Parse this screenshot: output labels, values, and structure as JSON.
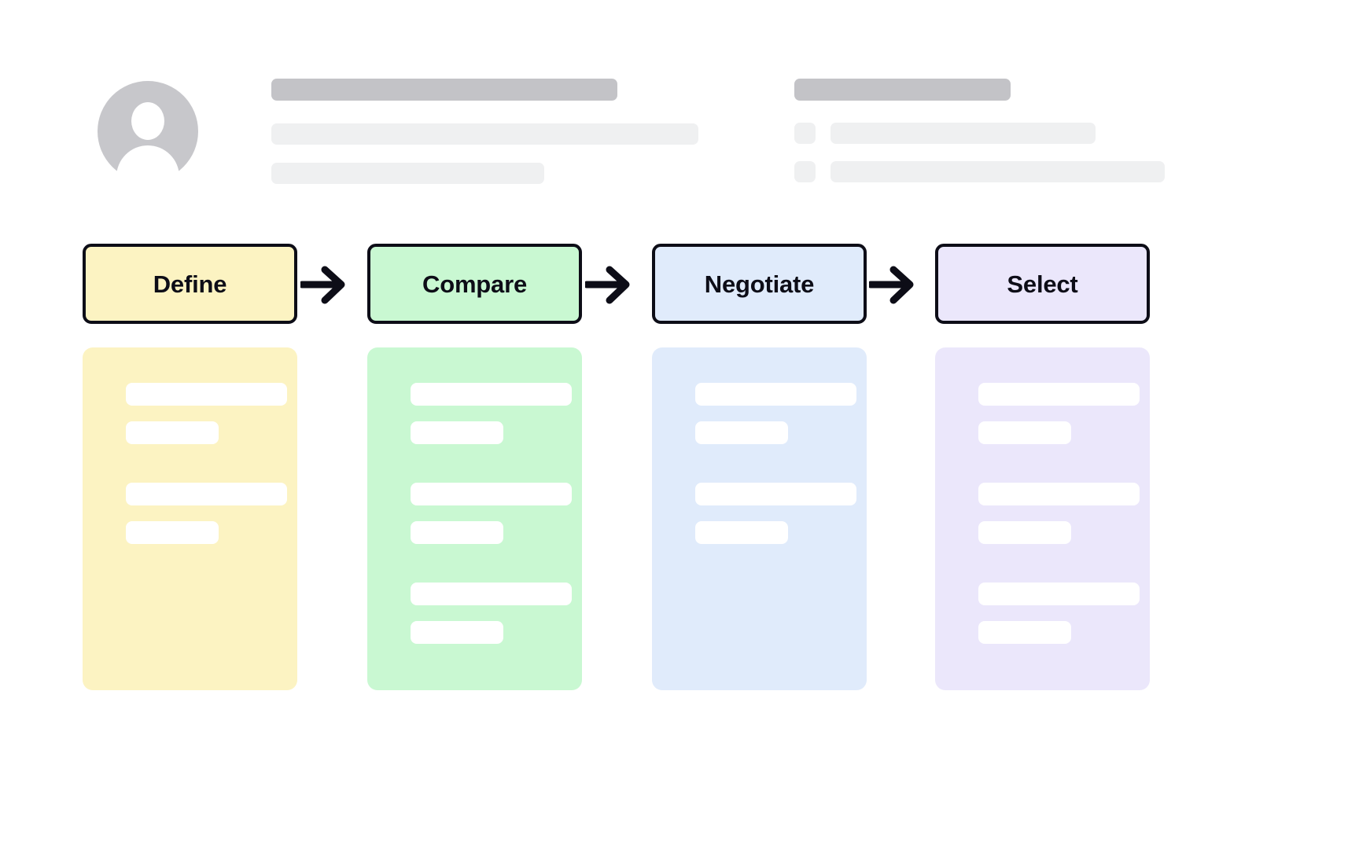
{
  "header": {
    "avatar": {
      "icon": "user-avatar-icon",
      "color": "#c7c7cb"
    },
    "left_block": {
      "title_placeholder": "",
      "line_placeholders": [
        "",
        ""
      ]
    },
    "right_block": {
      "title_placeholder": "",
      "rows": [
        {
          "checkbox_placeholder": "",
          "line_placeholder": ""
        },
        {
          "checkbox_placeholder": "",
          "line_placeholder": ""
        }
      ]
    },
    "placeholder_colors": {
      "dark": "#c3c3c7",
      "light": "#eff0f1"
    }
  },
  "flow": {
    "arrow_icon": "arrow-right-icon",
    "arrow_color": "#0d0d17",
    "border_color": "#0d0d17",
    "steps": [
      {
        "label": "Define",
        "fill": "#fcf3c2",
        "panel_fill": "#fcf3c2",
        "groups": [
          {
            "bars": [
              "long",
              "short"
            ]
          },
          {
            "bars": [
              "long",
              "short"
            ]
          }
        ]
      },
      {
        "label": "Compare",
        "fill": "#c9f8d2",
        "panel_fill": "#c9f8d2",
        "groups": [
          {
            "bars": [
              "long",
              "short"
            ]
          },
          {
            "bars": [
              "long",
              "short"
            ]
          },
          {
            "bars": [
              "long",
              "short"
            ]
          }
        ]
      },
      {
        "label": "Negotiate",
        "fill": "#e0ebfb",
        "panel_fill": "#e0ebfb",
        "groups": [
          {
            "bars": [
              "long",
              "short"
            ]
          },
          {
            "bars": [
              "long",
              "short"
            ]
          }
        ]
      },
      {
        "label": "Select",
        "fill": "#ebe7fb",
        "panel_fill": "#ebe7fb",
        "groups": [
          {
            "bars": [
              "long",
              "short"
            ]
          },
          {
            "bars": [
              "long",
              "short"
            ]
          },
          {
            "bars": [
              "long",
              "short"
            ]
          }
        ]
      }
    ]
  }
}
